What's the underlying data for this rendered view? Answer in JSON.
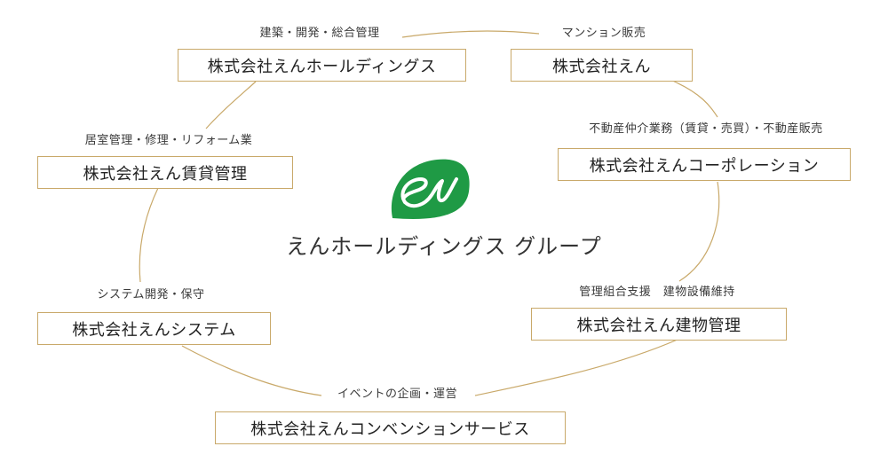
{
  "group_name": "えんホールディングス グループ",
  "colors": {
    "accent_gold": "#c9a96a",
    "logo_green": "#1f9a45"
  },
  "logo": {
    "icon": "en-logo-icon"
  },
  "companies": {
    "holdings": {
      "caption": "建築・開発・総合管理",
      "name": "株式会社えんホールディングス"
    },
    "en": {
      "caption": "マンション販売",
      "name": "株式会社えん"
    },
    "corporation": {
      "caption": "不動産仲介業務（賃貸・売買）・不動産販売",
      "name": "株式会社えんコーポレーション"
    },
    "tatemono": {
      "caption": "管理組合支援　建物設備維持",
      "name": "株式会社えん建物管理"
    },
    "convention": {
      "caption": "イベントの企画・運営",
      "name": "株式会社えんコンベンションサービス"
    },
    "system": {
      "caption": "システム開発・保守",
      "name": "株式会社えんシステム"
    },
    "chintai": {
      "caption": "居室管理・修理・リフォーム業",
      "name": "株式会社えん賃貸管理"
    }
  }
}
